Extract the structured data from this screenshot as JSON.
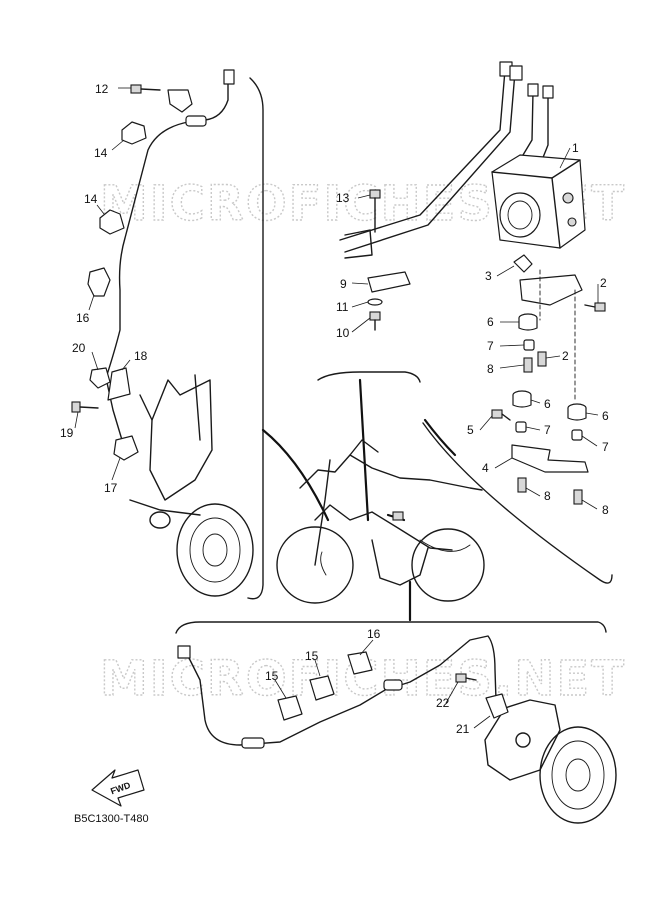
{
  "watermark": {
    "text_top": "MICROFICHES.NET",
    "text_bottom": "MICROFICHES.NET"
  },
  "diagram_code": "B5C1300-T480",
  "fwd_label": "FWD",
  "callouts": {
    "c1": "1",
    "c2a": "2",
    "c2b": "2",
    "c3": "3",
    "c4": "4",
    "c5": "5",
    "c6a": "6",
    "c6b": "6",
    "c6c": "6",
    "c7a": "7",
    "c7b": "7",
    "c7c": "7",
    "c8a": "8",
    "c8b": "8",
    "c8c": "8",
    "c9": "9",
    "c10": "10",
    "c11": "11",
    "c12": "12",
    "c13": "13",
    "c14a": "14",
    "c14b": "14",
    "c15a": "15",
    "c15b": "15",
    "c16a": "16",
    "c16b": "16",
    "c17": "17",
    "c18": "18",
    "c19": "19",
    "c20": "20",
    "c21": "21",
    "c22": "22"
  }
}
